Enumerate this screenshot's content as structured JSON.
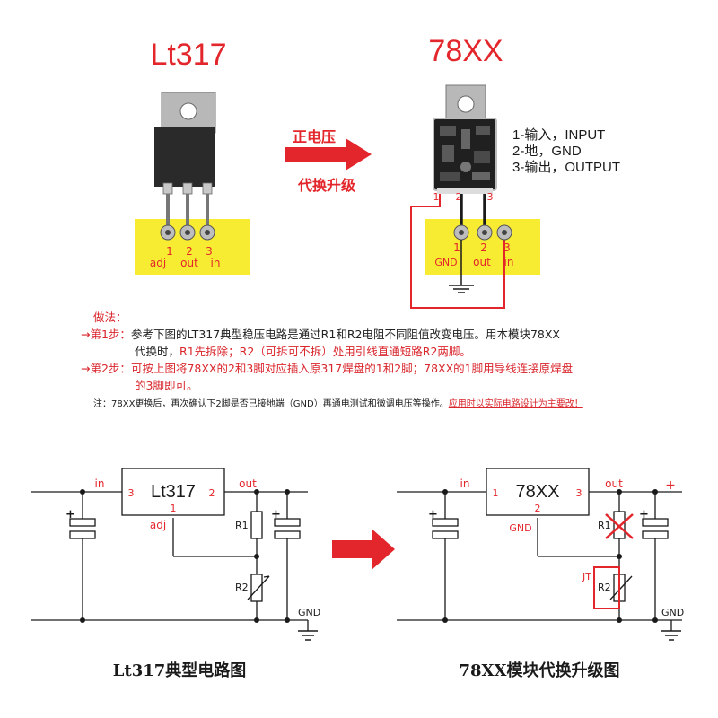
{
  "top": {
    "left_title": "Lt317",
    "right_title": "78XX",
    "arrow_label_1": "正电压",
    "arrow_label_2": "代换升级",
    "lt317_pins": [
      "1",
      "2",
      "3"
    ],
    "lt317_pin_names": [
      "adj",
      "out",
      "in"
    ],
    "xx_top_pins": [
      "1",
      "2",
      "3"
    ],
    "xx_pins": [
      "1",
      "2",
      "3"
    ],
    "xx_pin_names": [
      "GND",
      "out",
      "in"
    ],
    "legend": [
      "1-输入，INPUT",
      "2-地，GND",
      "3-输出，OUTPUT"
    ]
  },
  "method": {
    "heading": "做法：",
    "step1_label": "第1步：",
    "step1_text_a": "参考下图的LT317典型稳压电路是通过R1和R2电阻不同阻值改变电压。用本模块78XX",
    "step1_text_b1": "代换时，",
    "step1_text_b2": "R1先拆除；",
    "step1_text_b3": "R2（可拆可不拆）处用引线直通短路R2两脚。",
    "step2_label": "第2步：",
    "step2_text_a": "可按上图将78XX的2和3脚对应插入原317焊盘的1和2脚；78XX的1脚用导线连接原焊盘",
    "step2_text_b": "的3脚即可。",
    "note_a": "注：78XX更换后，再次确认下2脚是否已接地端（GND）再通电测试和微调电压等操作。",
    "note_b": "应用时以实际电路设计为主要改！"
  },
  "left_circuit": {
    "chip": "Lt317",
    "in_label": "in",
    "out_label": "out",
    "adj_label": "adj",
    "pin_in": "3",
    "pin_out": "2",
    "pin_adj": "1",
    "r1": "R1",
    "r2": "R2",
    "gnd": "GND",
    "plus": "+",
    "caption": "Lt317典型电路图"
  },
  "right_circuit": {
    "chip": "78XX",
    "in_label": "in",
    "out_label": "out",
    "gnd_label": "GND",
    "pin_in": "1",
    "pin_out": "3",
    "pin_gnd": "2",
    "r1": "R1",
    "r2": "R2",
    "jt": "JT",
    "gnd": "GND",
    "plus": "+",
    "out_plus": "+",
    "caption": "78XX模块代换升级图"
  },
  "colors": {
    "red": "#e3262b",
    "yellow": "#f7ec32",
    "pcb": "#202020"
  }
}
